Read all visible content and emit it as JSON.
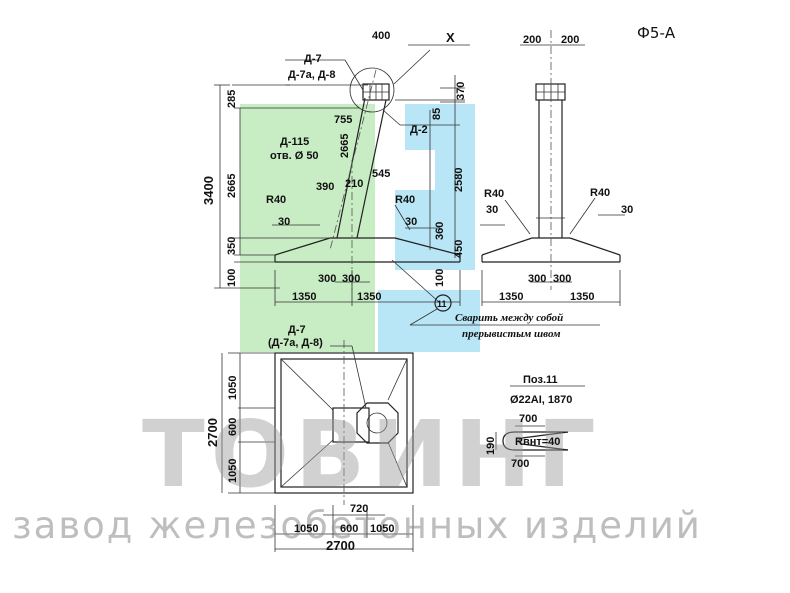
{
  "sheet": {
    "code": "Ф5-А",
    "view_marker": "X"
  },
  "watermark": {
    "brand": "ТОВИНГ",
    "tagline": "завод железобетонных изделий"
  },
  "colors": {
    "green_panel": "#c8ecc3",
    "blue_panel": "#b9e6f6",
    "line": "#222222"
  },
  "labels": {
    "d7": "Д-7",
    "d7a_d8": "Д-7а, Д-8",
    "d2": "Д-2",
    "d115": "Д-115",
    "hole": "отв. Ø 50",
    "weld_line1": "Сварить между собой",
    "weld_line2": "прерывистым швом",
    "pos_marker": "11",
    "plan_d7": "Д-7",
    "plan_d7a_d8": "(Д-7а, Д-8)",
    "pos_title": "Поз.11",
    "pos_spec": "Ø22АI, 1870",
    "pos_radius": "Rвнт=40"
  },
  "dimensions": {
    "d400": "400",
    "d200a": "200",
    "d200b": "200",
    "d3400": "3400",
    "d285": "285",
    "d2665_left": "2665",
    "d2665_diag": "2665",
    "d350": "350",
    "d100_left": "100",
    "d370": "370",
    "d85": "85",
    "d755": "755",
    "d545": "545",
    "d390": "390",
    "d210": "210",
    "d2580": "2580",
    "d360": "360",
    "d450": "450",
    "d100_mid": "100",
    "r40_a": "R40",
    "r40_b": "R40",
    "r40_c": "R40",
    "r40_d": "R40",
    "d30_a": "30",
    "d30_b": "30",
    "d30_c": "30",
    "d30_d": "30",
    "d300_a": "300",
    "d300_b": "300",
    "d300_c": "300",
    "d300_d": "300",
    "d1350_a": "1350",
    "d1350_b": "1350",
    "d1350_c": "1350",
    "d1350_d": "1350",
    "plan_2700_v": "2700",
    "plan_1050_top": "1050",
    "plan_600_v": "600",
    "plan_1050_bot": "1050",
    "plan_720": "720",
    "plan_1050_l": "1050",
    "plan_600_h": "600",
    "plan_1050_r": "1050",
    "plan_2700_h": "2700",
    "pos_700_top": "700",
    "pos_190": "190",
    "pos_700_bot": "700"
  }
}
